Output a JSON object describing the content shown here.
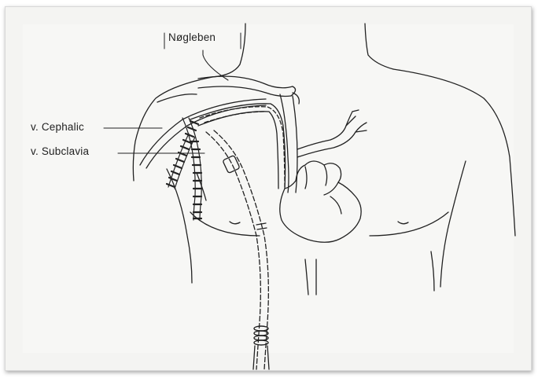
{
  "labels": {
    "clavicle": "Nøgleben",
    "cephalic": "v. Cephalic",
    "subclavia": "v. Subclavia"
  },
  "colors": {
    "ink": "#222222",
    "paper": "#f4f4f2"
  }
}
